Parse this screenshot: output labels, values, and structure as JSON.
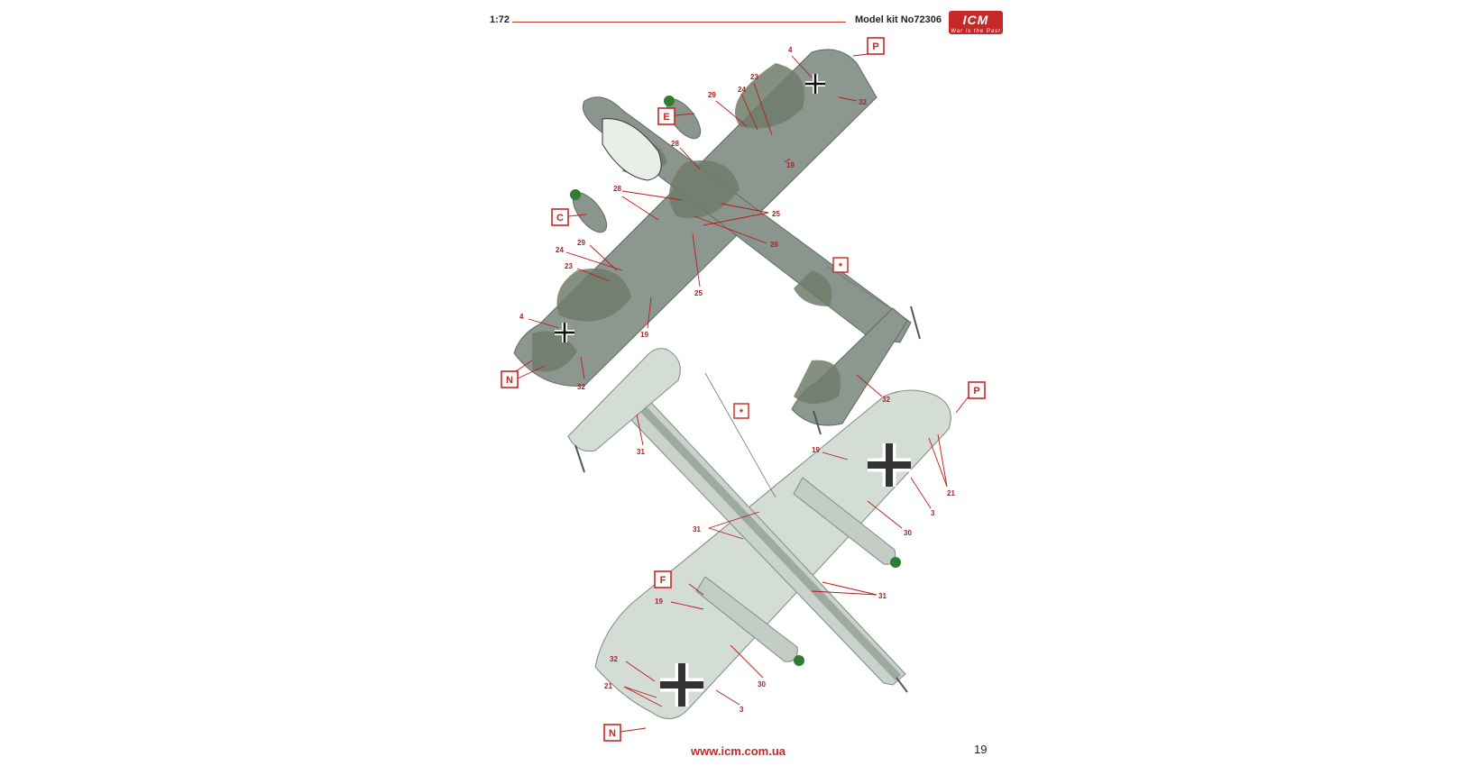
{
  "header": {
    "scale": "1:72",
    "kit": "Model kit No72306",
    "logo": "ICM",
    "logo_tagline": "War is the Past"
  },
  "footer": {
    "url": "www.icm.com.ua",
    "page": "19"
  },
  "colors": {
    "accent": "#c62828",
    "camo_dark": "#6e7b6a",
    "camo_light": "#9aa39c",
    "underside": "#d3ddd6",
    "spinner": "#2e7d32"
  },
  "callouts": {
    "top_view": [
      "P",
      "E",
      "C",
      "N",
      "*"
    ],
    "bottom_view": [
      "P",
      "*",
      "F",
      "N"
    ]
  },
  "labels": {
    "l4a": "4",
    "l23a": "23",
    "l29a": "29",
    "l24a": "24",
    "l32a": "32",
    "l28a": "28",
    "l19a": "19",
    "l28b": "28",
    "l25a": "25",
    "l26": "26",
    "l29b": "29",
    "l24b": "24",
    "l23b": "23",
    "l25b": "25",
    "l4b": "4",
    "l19b": "19",
    "l32b": "32",
    "l32c": "32",
    "l31a": "31",
    "l19c": "19",
    "l21a": "21",
    "l3a": "3",
    "l30a": "30",
    "l31b": "31",
    "l31c": "31",
    "l19d": "19",
    "l32d": "32",
    "l21b": "21",
    "l30b": "30",
    "l3b": "3"
  }
}
